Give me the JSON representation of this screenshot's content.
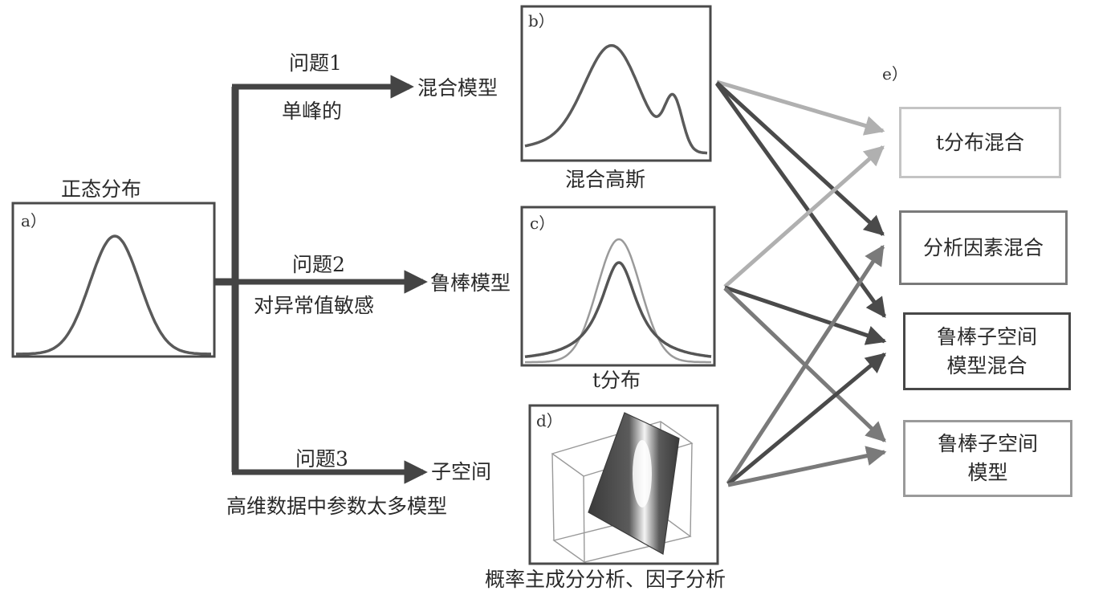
{
  "nodes": {
    "a": {
      "tag": "a）",
      "title": "正态分布"
    },
    "b": {
      "tag": "b）",
      "caption": "混合高斯"
    },
    "c": {
      "tag": "c）",
      "caption": "t分布"
    },
    "d": {
      "tag": "d）",
      "caption": "概率主成分分析、因子分析"
    },
    "e": {
      "tag": "e）"
    }
  },
  "branches": [
    {
      "problem": "问题1",
      "issue": "单峰的",
      "target": "混合模型"
    },
    {
      "problem": "问题2",
      "issue": "对异常值敏感",
      "target": "鲁棒模型"
    },
    {
      "problem": "问题3",
      "issue": "高维数据中参数太多模型",
      "target": "子空间"
    }
  ],
  "results": [
    {
      "lines": [
        "t分布混合"
      ],
      "border_color": "#c4c4c4"
    },
    {
      "lines": [
        "分析因素混合"
      ],
      "border_color": "#7a7a7a"
    },
    {
      "lines": [
        "鲁棒子空间",
        "模型混合"
      ],
      "border_color": "#474747"
    },
    {
      "lines": [
        "鲁棒子空间",
        "模型"
      ],
      "border_color": "#9a9a9a"
    }
  ],
  "colors": {
    "dark": "#4a4a4a",
    "mid": "#7a7a7a",
    "light": "#b0b0b0",
    "curve": "#5a5a5a"
  }
}
